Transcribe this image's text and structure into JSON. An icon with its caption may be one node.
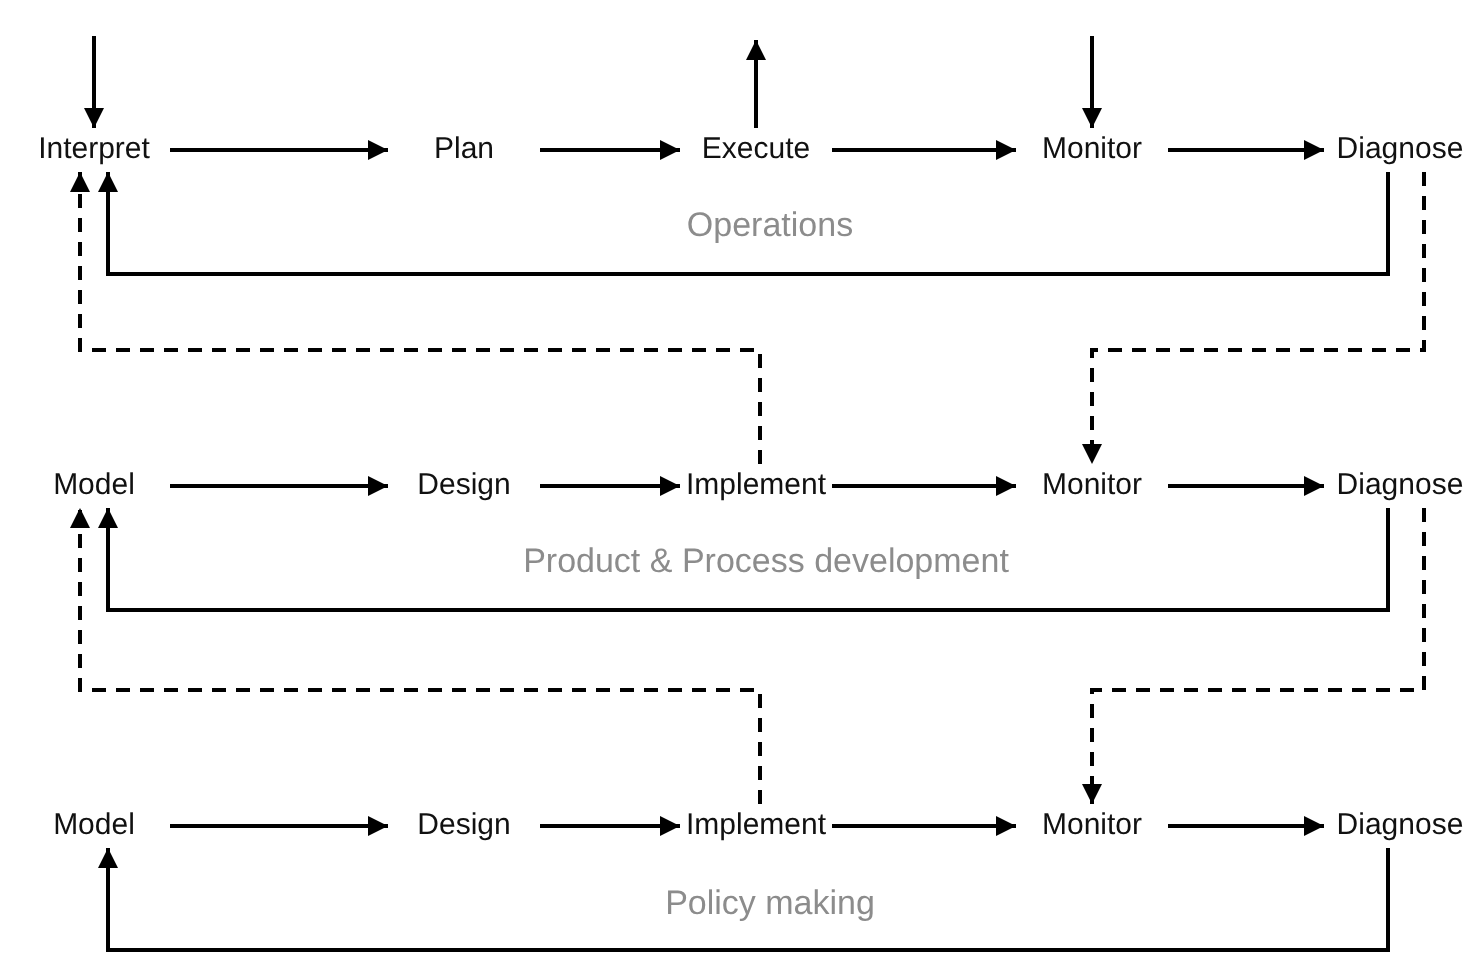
{
  "diagram": {
    "nodes": [
      {
        "text": [
          "Interpret"
        ]
      },
      {
        "text": [
          "Plan"
        ]
      },
      {
        "text": [
          "Execute"
        ]
      },
      {
        "text": [
          "Monitor"
        ]
      },
      {
        "text": [
          "Diagnose"
        ]
      },
      {
        "text": [
          "Model"
        ]
      },
      {
        "text": [
          "Design"
        ]
      },
      {
        "text": [
          "Implement"
        ]
      },
      {
        "text": [
          "Monitor"
        ]
      },
      {
        "text": [
          "Diagnose"
        ]
      },
      {
        "text": [
          "Model"
        ]
      },
      {
        "text": [
          "Design"
        ]
      },
      {
        "text": [
          "Implement"
        ]
      },
      {
        "text": [
          "Monitor"
        ]
      },
      {
        "text": [
          "Diagnose"
        ]
      }
    ],
    "edges": [
      {
        "from": 0,
        "to": 1,
        "arrow": "to"
      },
      {
        "from": 1,
        "to": 2,
        "arrow": "to"
      },
      {
        "from": 2,
        "to": 3,
        "arrow": "to"
      },
      {
        "from": 3,
        "to": 4,
        "arrow": "to"
      },
      {
        "from": null,
        "to": 0,
        "arrow": "to"
      },
      {
        "from": 2,
        "to": null,
        "arrow": "to"
      },
      {
        "from": null,
        "to": 3,
        "arrow": "to"
      },
      {
        "from": 4,
        "to": 0,
        "arrow": "to"
      },
      {
        "from": 7,
        "to": 0,
        "arrow": "to",
        "style": "dashed"
      },
      {
        "from": 4,
        "to": 8,
        "arrow": "to",
        "style": "dashed"
      },
      {
        "from": 5,
        "to": 6,
        "arrow": "to"
      },
      {
        "from": 6,
        "to": 7,
        "arrow": "to"
      },
      {
        "from": 7,
        "to": 8,
        "arrow": "to"
      },
      {
        "from": 8,
        "to": 9,
        "arrow": "to"
      },
      {
        "from": 9,
        "to": 5,
        "arrow": "to"
      },
      {
        "from": 12,
        "to": 5,
        "arrow": "to",
        "style": "dashed"
      },
      {
        "from": 9,
        "to": 13,
        "arrow": "to",
        "style": "dashed"
      },
      {
        "from": 10,
        "to": 11,
        "arrow": "to"
      },
      {
        "from": 11,
        "to": 12,
        "arrow": "to"
      },
      {
        "from": 12,
        "to": 13,
        "arrow": "to"
      },
      {
        "from": 13,
        "to": 14,
        "arrow": "to"
      },
      {
        "from": 14,
        "to": 10,
        "arrow": "to"
      }
    ],
    "labels": [
      "Operations",
      "Product & Process development",
      "Policy making"
    ]
  }
}
